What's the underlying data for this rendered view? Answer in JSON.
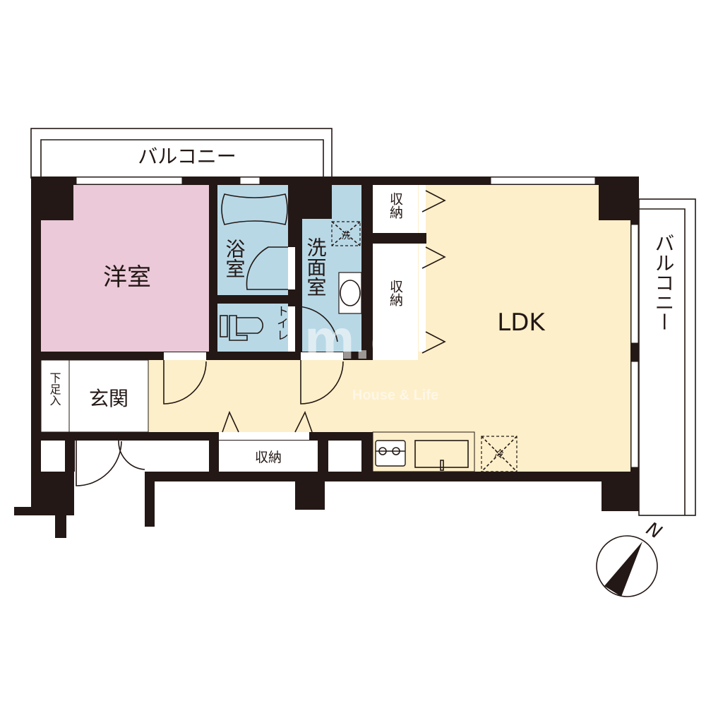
{
  "colors": {
    "wall": "#231815",
    "bedroom": "#ebc9d8",
    "wet_area": "#b8d8e6",
    "living": "#fdefc9",
    "storage": "#ffffff"
  },
  "balcony_top": "バルコニー",
  "balcony_right": "バルコニー",
  "rooms": {
    "bedroom": "洋室",
    "bath": "浴室",
    "toilet": "トイレ",
    "washroom": "洗面室",
    "ldk": "LDK",
    "entrance": "玄関",
    "shoe_storage": "下足入",
    "storage_top": "収納",
    "storage_mid": "収納",
    "storage_hall": "収納"
  },
  "fixtures": {
    "washer": "洗",
    "fridge": "冷"
  },
  "compass": {
    "label": "N",
    "icon": "north-arrow-icon"
  },
  "watermark": {
    "logo": "m.c",
    "tagline": "House & Life"
  }
}
